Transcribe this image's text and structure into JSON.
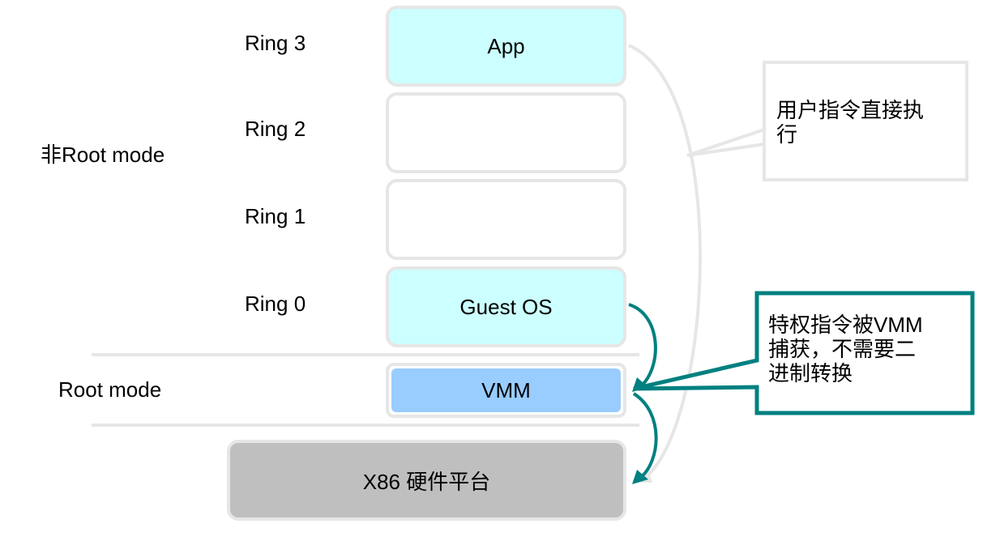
{
  "ring_labels": [
    "Ring 3",
    "Ring 2",
    "Ring 1",
    "Ring 0"
  ],
  "mode_labels": {
    "non_root": "非Root mode",
    "root": "Root mode"
  },
  "boxes": {
    "app": "App",
    "ring2": "",
    "ring1": "",
    "guest_os": "Guest OS",
    "vmm": "VMM",
    "hardware": "X86 硬件平台"
  },
  "callouts": {
    "user_exec_line1": "用户指令直接执",
    "user_exec_line2": "行",
    "priv_line1": "特权指令被VMM",
    "priv_line2": "捕获，不需要二",
    "priv_line3": "进制转换"
  },
  "colors": {
    "cyan_box": "#ccffff",
    "vmm_box": "#99ccff",
    "hardware_box": "#bfbfbf",
    "outline": "#e6e6e6",
    "teal_callout": "#008080"
  }
}
